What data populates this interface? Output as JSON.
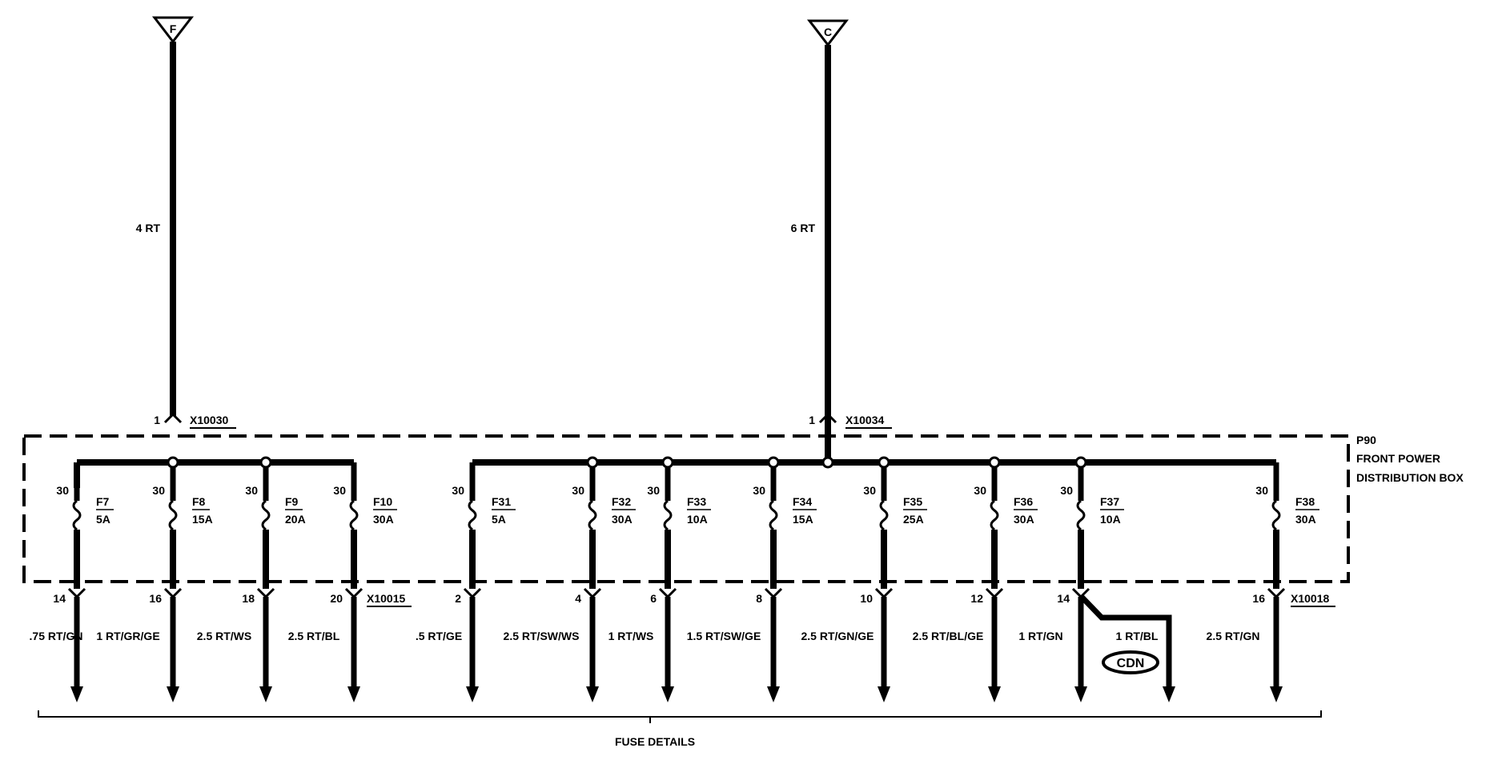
{
  "sources": [
    {
      "id": "F",
      "wire": "4 RT",
      "pin": "1",
      "connector": "X10030"
    },
    {
      "id": "C",
      "wire": "6 RT",
      "pin": "1",
      "connector": "X10034"
    }
  ],
  "box": {
    "name": "P90",
    "line1": "FRONT POWER",
    "line2": "DISTRIBUTION BOX"
  },
  "fuses": [
    {
      "id": "F7",
      "rating": "5A",
      "in": "30",
      "pin": "14",
      "wire": ".75 RT/GN"
    },
    {
      "id": "F8",
      "rating": "15A",
      "in": "30",
      "pin": "16",
      "wire": "1 RT/GR/GE"
    },
    {
      "id": "F9",
      "rating": "20A",
      "in": "30",
      "pin": "18",
      "wire": "2.5 RT/WS"
    },
    {
      "id": "F10",
      "rating": "30A",
      "in": "30",
      "pin": "20",
      "wire": "2.5 RT/BL"
    },
    {
      "id": "F31",
      "rating": "5A",
      "in": "30",
      "pin": "2",
      "wire": ".5 RT/GE"
    },
    {
      "id": "F32",
      "rating": "30A",
      "in": "30",
      "pin": "4",
      "wire": "2.5 RT/SW/WS"
    },
    {
      "id": "F33",
      "rating": "10A",
      "in": "30",
      "pin": "6",
      "wire": "1 RT/WS"
    },
    {
      "id": "F34",
      "rating": "15A",
      "in": "30",
      "pin": "8",
      "wire": "1.5 RT/SW/GE"
    },
    {
      "id": "F35",
      "rating": "25A",
      "in": "30",
      "pin": "10",
      "wire": "2.5 RT/GN/GE"
    },
    {
      "id": "F36",
      "rating": "30A",
      "in": "30",
      "pin": "12",
      "wire": "2.5 RT/BL/GE"
    },
    {
      "id": "F37",
      "rating": "10A",
      "in": "30",
      "pin": "14",
      "wire": "1 RT/GN"
    },
    {
      "id": "F38",
      "rating": "30A",
      "in": "30",
      "pin": "16",
      "wire": "2.5 RT/GN"
    }
  ],
  "output_connectors": [
    "X10015",
    "X10018"
  ],
  "branch": {
    "wire": "1 RT/BL",
    "tag": "CDN"
  },
  "footer": "FUSE DETAILS"
}
